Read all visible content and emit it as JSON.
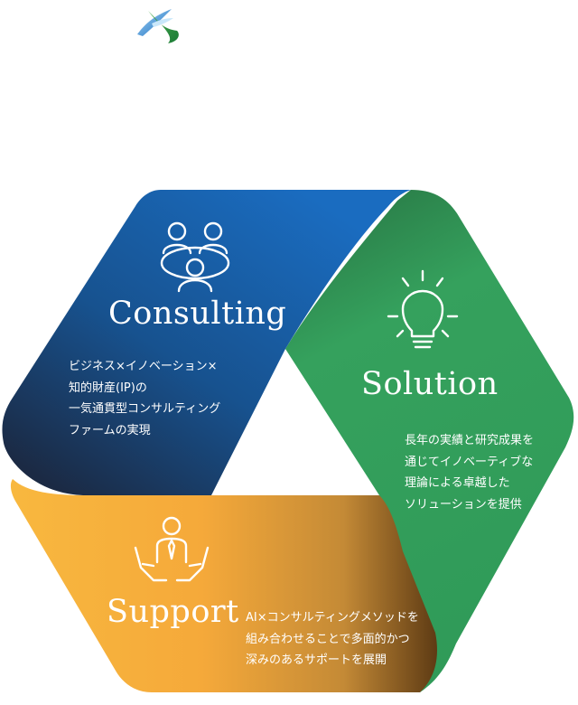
{
  "segments": {
    "consulting": {
      "title": "Consulting",
      "icon": "people-meeting-icon",
      "color": "#1565b0",
      "lines": [
        "ビジネス×イノベーション×",
        "知的財産(IP)の",
        "一気通貫型コンサルティング",
        "ファームの実現"
      ]
    },
    "solution": {
      "title": "Solution",
      "icon": "lightbulb-icon",
      "color": "#2f9a58",
      "lines": [
        "長年の実績と研究成果を",
        "通じてイノベーティブな",
        "理論による卓越した",
        "ソリューションを提供"
      ]
    },
    "support": {
      "title": "Support",
      "icon": "hands-supporting-person-icon",
      "color": "#f6ae3a",
      "lines": [
        "AI×コンサルティングメソッドを",
        "組み合わせることで多面的かつ",
        "深みのあるサポートを展開"
      ]
    }
  },
  "logo": {
    "icon": "company-logo-icon"
  }
}
